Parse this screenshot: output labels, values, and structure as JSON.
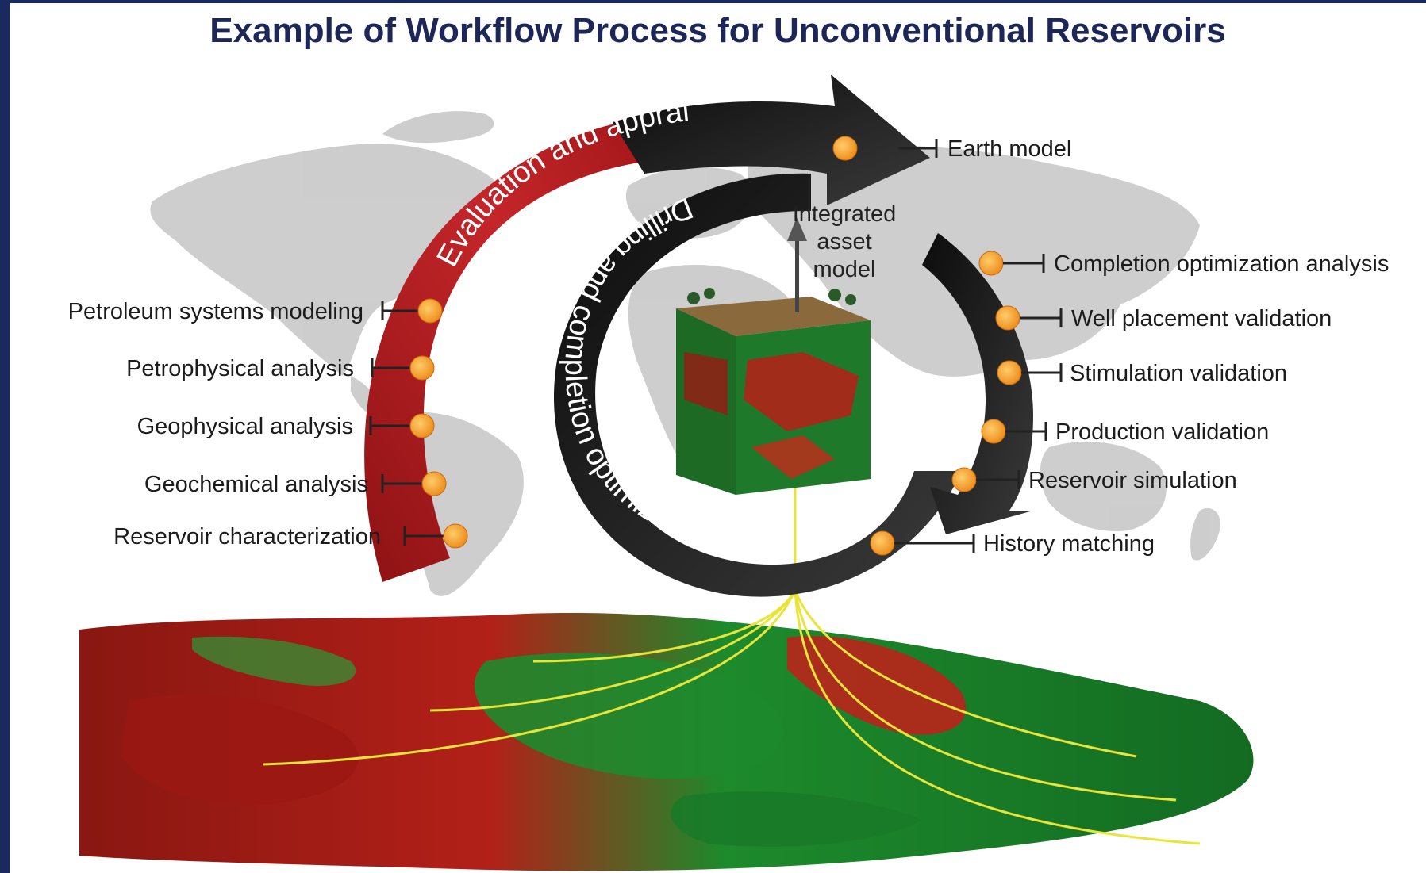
{
  "title": "Example of Workflow Process for Unconventional Reservoirs",
  "arcs": {
    "evaluation": "Evaluation and appraisal",
    "drilling": "Drilling and completion optimization"
  },
  "center": {
    "line1": "Integrated",
    "line2": "asset",
    "line3": "model"
  },
  "left_items": [
    "Petroleum systems modeling",
    "Petrophysical analysis",
    "Geophysical analysis",
    "Geochemical analysis",
    "Reservoir characterization"
  ],
  "right_items": {
    "earth_model": "Earth model",
    "list": [
      "Completion optimization analysis",
      "Well placement validation",
      "Stimulation validation",
      "Production validation",
      "Reservoir simulation",
      "History matching"
    ]
  },
  "colors": {
    "background_border": "#1a2a5e",
    "title": "#1d2757",
    "red_arc": "#b2191b",
    "black_arc": "#1a1a1a",
    "dot": "#f3a033",
    "map": "#c9c9c9",
    "reservoir_red": "#b01a14",
    "reservoir_green": "#1e8a2e",
    "well": "#e8e43a"
  }
}
